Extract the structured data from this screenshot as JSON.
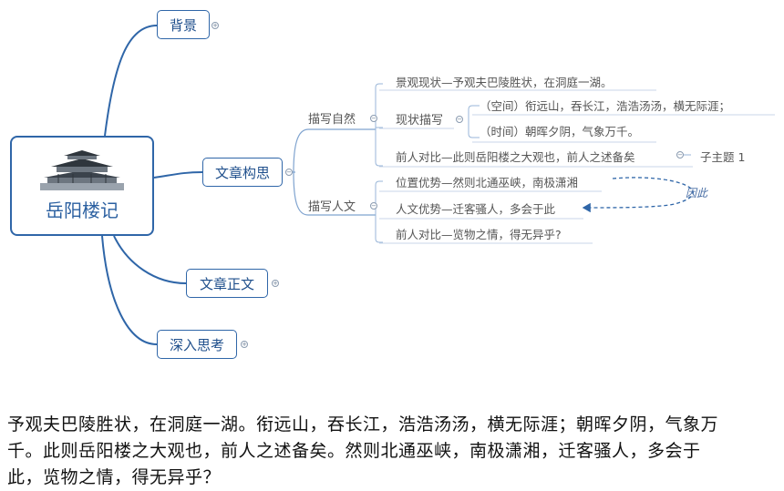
{
  "central": {
    "title": "岳阳楼记",
    "image_icon": "yueyang-tower-icon"
  },
  "topics": {
    "beijing": "背景",
    "gousi": "文章构思",
    "zhengwen": "文章正文",
    "sikao": "深入思考"
  },
  "gousi": {
    "ziran": {
      "label": "描写自然",
      "overview": "景观现状—予观夫巴陵胜状，在洞庭一湖。",
      "xianzhuang": {
        "label": "现状描写",
        "kongjian": "（空间）衔远山，吞长江，浩浩汤汤，横无际涯；",
        "shijian": "（时间）朝晖夕阴，气象万千。"
      },
      "duibi": "前人对比—此则岳阳楼之大观也，前人之述备矣",
      "subtopic": "子主题 1"
    },
    "renwen": {
      "label": "描写人文",
      "weizhi": "位置优势—然则北通巫峡，南极潇湘",
      "renwen_youshi": "人文优势—迁客骚人，多会于此",
      "duibi": "前人对比—览物之情，得无异乎?"
    },
    "relationship": "因此"
  },
  "paragraph": "予观夫巴陵胜状，在洞庭一湖。衔远山，吞长江，浩浩汤汤，横无际涯；朝晖夕阴，气象万千。此则岳阳楼之大观也，前人之述备矣。然则北通巫峡，南极潇湘，迁客骚人，多会于此，览物之情，得无异乎？",
  "colors": {
    "branch": "#2f66a8",
    "thin_line": "#7fa3cf",
    "leaf_line": "#9ab6d8"
  }
}
